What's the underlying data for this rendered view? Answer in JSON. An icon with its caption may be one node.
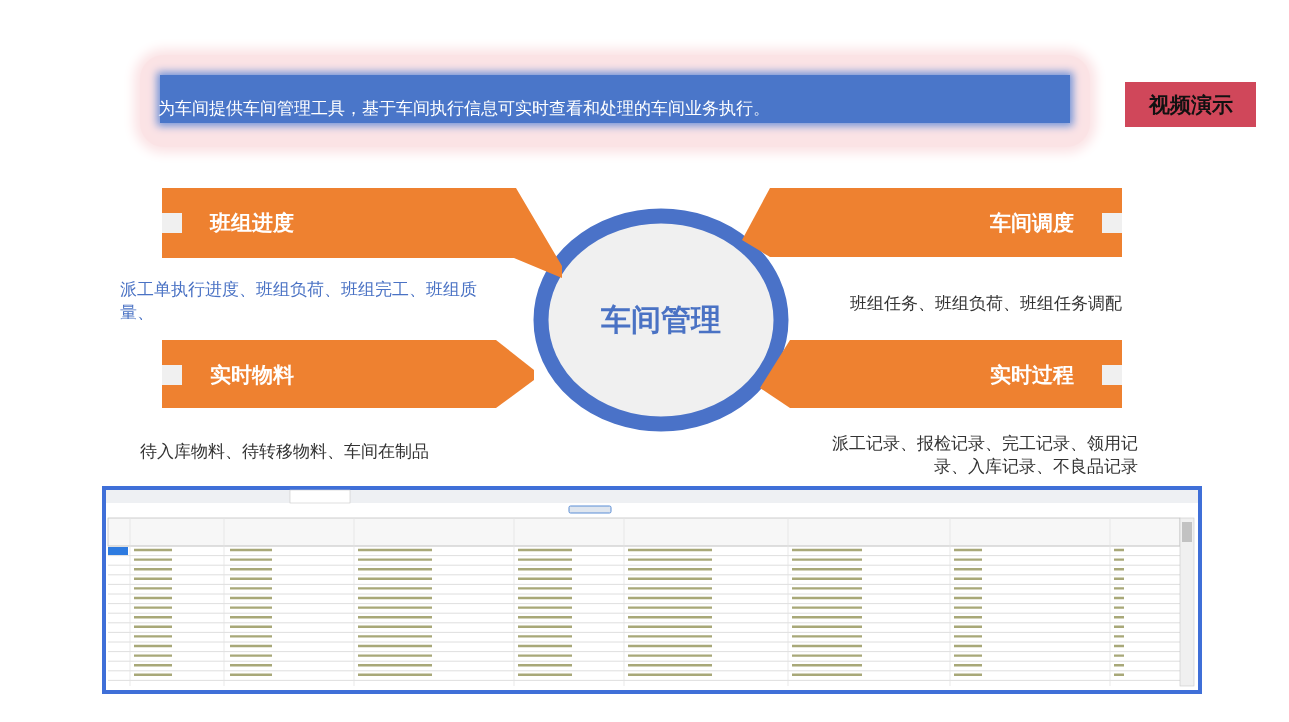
{
  "diagram": {
    "nodes": [
      {
        "text": [
          "为车间提供车间管理工具，基于车间执行信息可实时查看和处理的车间业务执行。"
        ]
      },
      {
        "text": [
          "视频演示"
        ]
      },
      {
        "text": [
          "车间管理"
        ]
      },
      {
        "text": [
          "班组进度"
        ],
        "beside": [
          "派工单执行进度、班组负荷、班组完工、班组质量、"
        ]
      },
      {
        "text": [
          "车间调度"
        ],
        "beside": [
          "班组任务、班组负荷、班组任务调配"
        ]
      },
      {
        "text": [
          "实时物料"
        ],
        "beside": [
          "待入库物料、待转移物料、车间在制品"
        ]
      },
      {
        "text": [
          "实时过程"
        ],
        "beside": [
          "派工记录、报检记录、完工记录、领用记录、入库记录、不良品记录"
        ]
      }
    ]
  }
}
